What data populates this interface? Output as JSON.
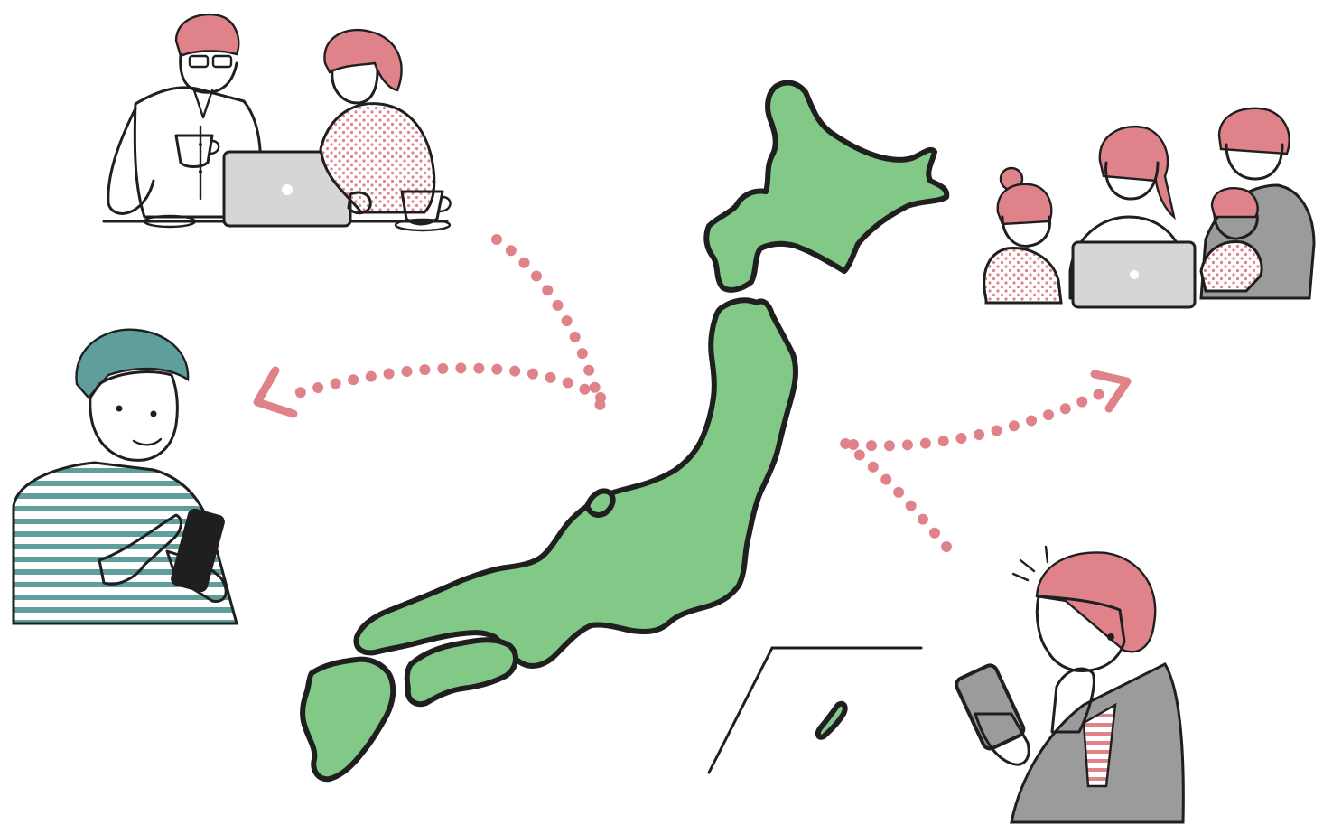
{
  "palette": {
    "land_fill": "#82c886",
    "outline": "#1f1f1f",
    "accent_pink": "#e0828a",
    "teal_hair": "#5e9e9d",
    "laptop_gray": "#d6d6d6",
    "jacket_gray": "#9b9b9b",
    "skin": "#ffffff"
  },
  "scene": {
    "map": {
      "icon": "japan-map-icon",
      "regions": [
        "hokkaido",
        "honshu",
        "shikoku",
        "kyushu",
        "okinawa-inset"
      ]
    },
    "people": [
      {
        "name": "senior-couple-with-laptop",
        "icon": "elderly-couple-laptop-icon"
      },
      {
        "name": "family-with-laptop",
        "icon": "family-laptop-icon"
      },
      {
        "name": "man-with-smartphone",
        "icon": "man-smartphone-icon"
      },
      {
        "name": "woman-with-smartphone",
        "icon": "woman-smartphone-icon"
      }
    ],
    "connectors": [
      "dotted-arrow-left",
      "dotted-arrow-right"
    ]
  }
}
